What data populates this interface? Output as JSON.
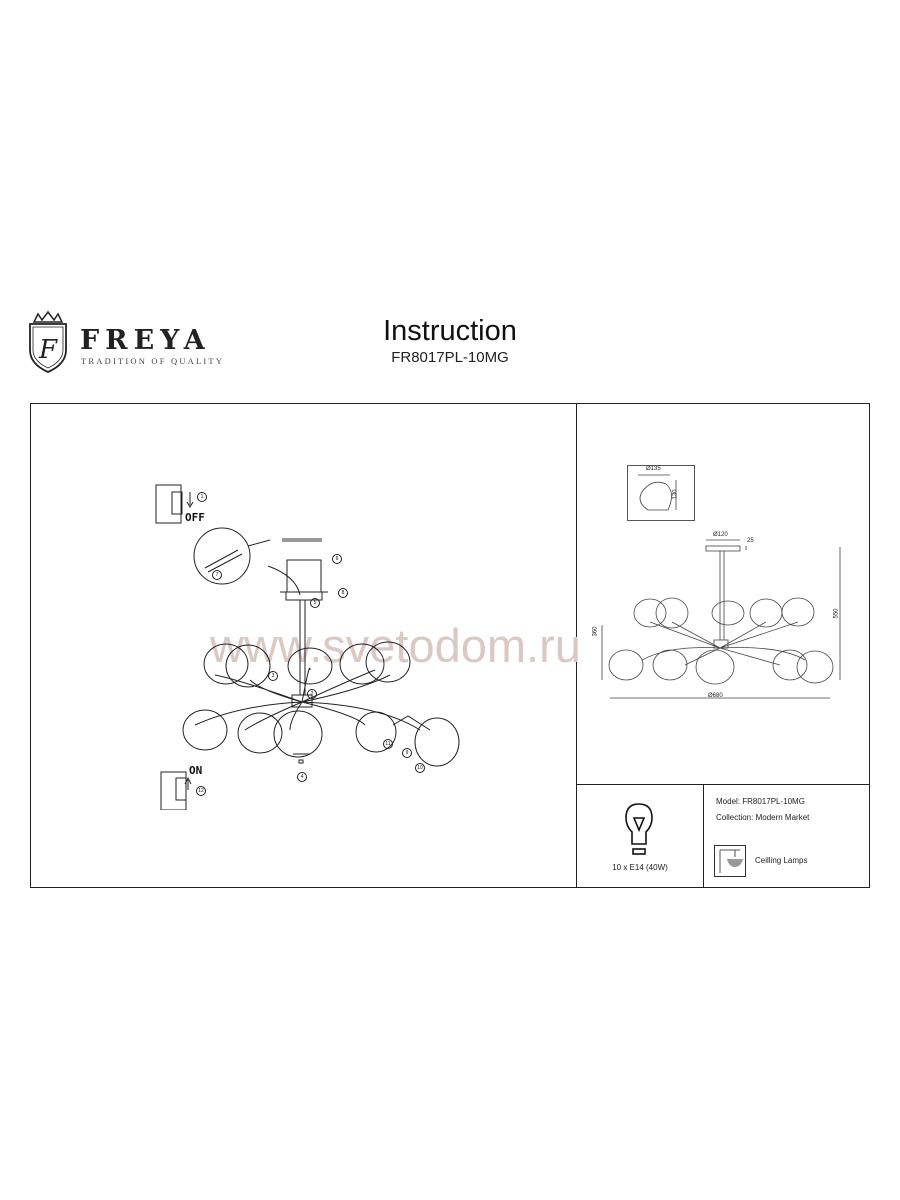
{
  "brand": {
    "name": "FREYA",
    "tagline": "TRADITION OF QUALITY",
    "monogram": "F"
  },
  "header": {
    "title": "Instruction",
    "model": "FR8017PL-10MG"
  },
  "watermark": "www.svetodom.ru",
  "assembly": {
    "switch_off_label": "OFF",
    "switch_on_label": "ON",
    "steps": [
      "1",
      "2",
      "3",
      "4",
      "5",
      "6",
      "7",
      "8",
      "9",
      "10",
      "11",
      "12"
    ]
  },
  "dimensions": {
    "shade_diameter": "Ø135",
    "shade_height": "130",
    "canopy_diameter": "Ø120",
    "canopy_height": "25",
    "total_height": "550",
    "body_height": "360",
    "total_diameter": "Ø680"
  },
  "specs": {
    "bulbs": "10 x E14 (40W)",
    "model": "Model: FR8017PL-10MG",
    "collection": "Collection: Modern Market",
    "type": "Ceilling Lamps"
  },
  "icons": {
    "bulb": "light-bulb-icon",
    "ceiling": "ceiling-lamp-icon",
    "switch": "wall-switch-icon"
  }
}
